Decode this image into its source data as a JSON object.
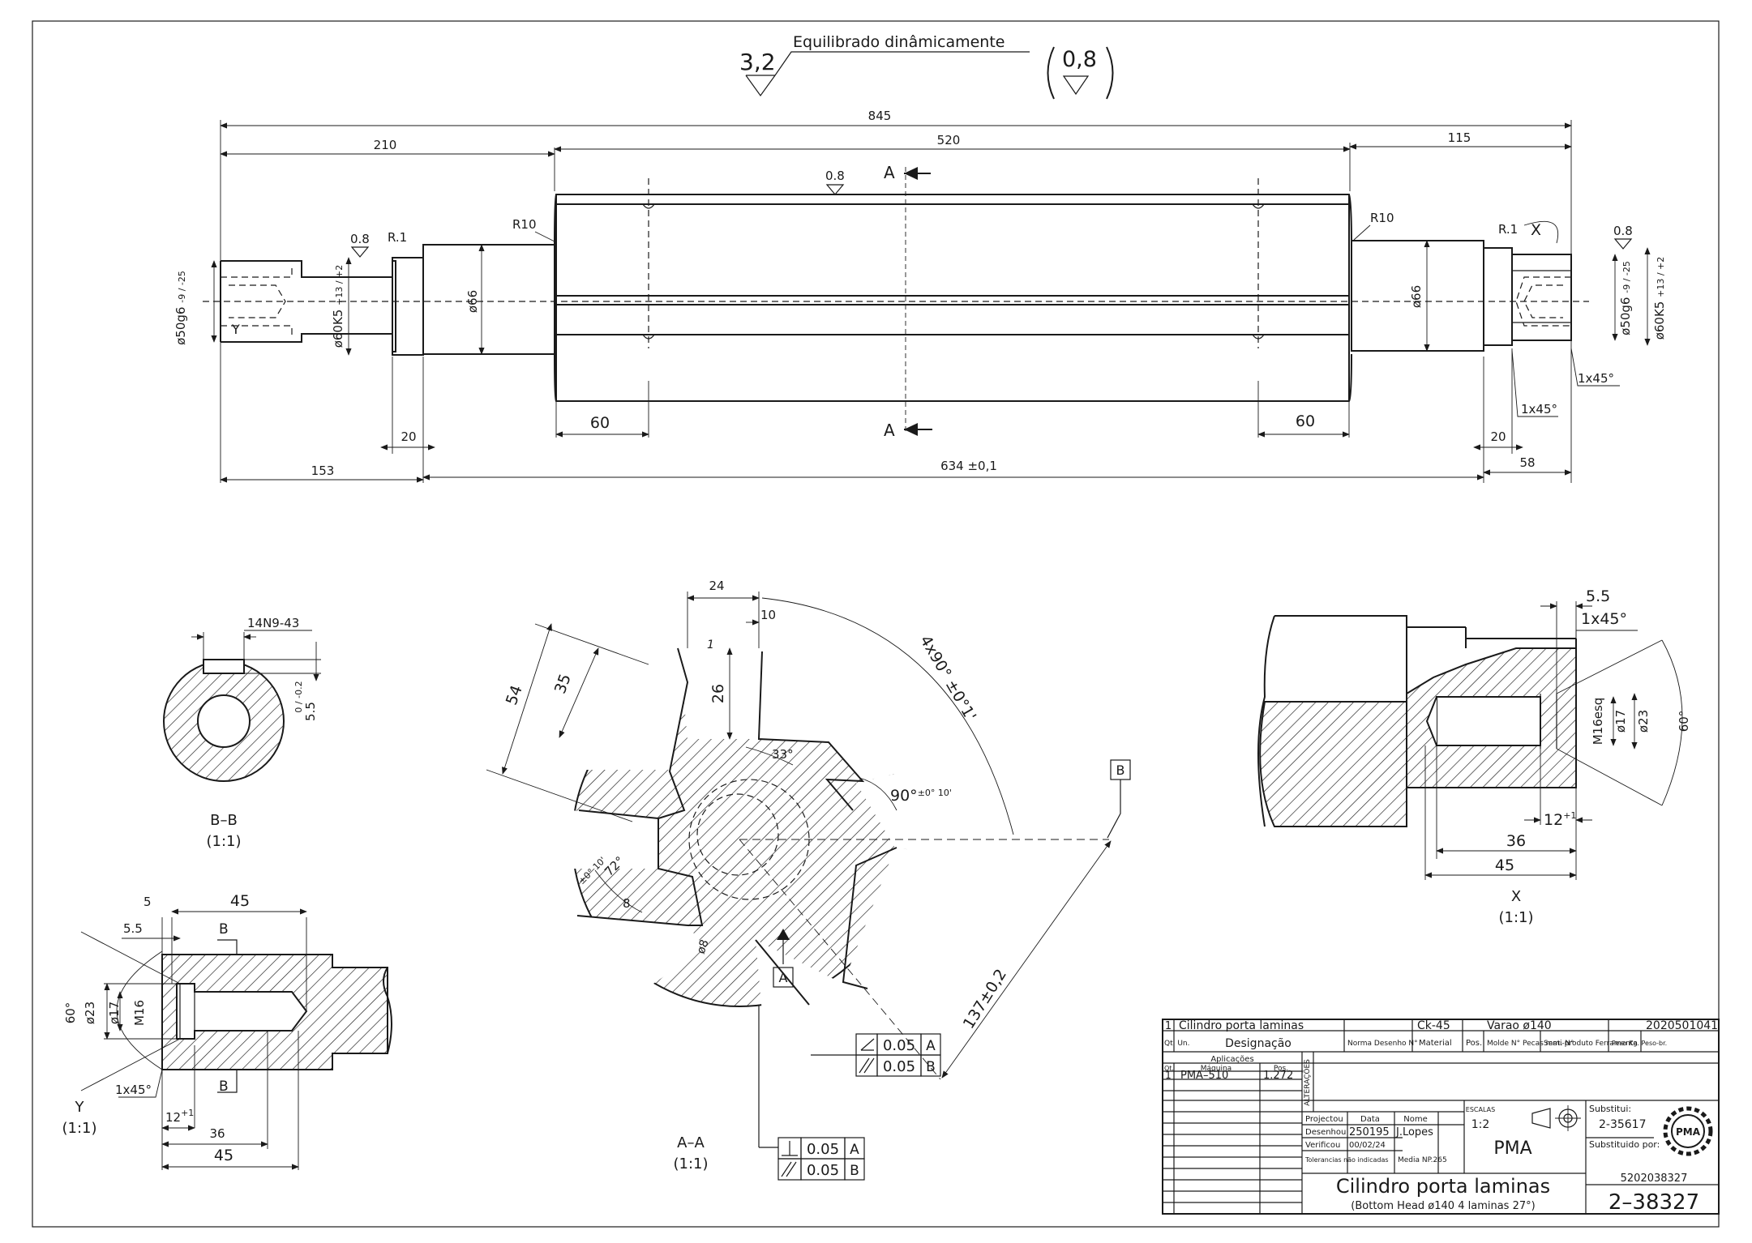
{
  "header": {
    "surface_main": "3,2",
    "balance_note": "Equilibrado dinâmicamente",
    "surface_bracket": "0,8"
  },
  "shaft": {
    "dim_total": "845",
    "dim_left": "210",
    "dim_middle": "520",
    "dim_right": "115",
    "rough_mid": "0.8",
    "rough_left": "0.8",
    "rough_right": "0.8",
    "radius_left": "R.1",
    "radius_right": "R.1",
    "fillet_left": "R10",
    "fillet_right": "R10",
    "view_x_label": "X",
    "view_y_label": "Y",
    "section_top": "A",
    "section_bottom": "A",
    "dia_left_end": "ø50g6",
    "dia_left_end_tol": "-9 / -25",
    "dia_left_bearing": "ø60K5",
    "dia_left_bearing_tol": "+13 / +2",
    "dia_left_step": "ø66",
    "dia_right_step": "ø66",
    "dia_right_end": "ø50g6",
    "dia_right_end_tol": "-9 / -25",
    "dia_right_bearing": "ø60K5",
    "dia_right_bearing_tol": "+13 / +2",
    "dim_60_left": "60",
    "dim_60_right": "60",
    "dim_20_left": "20",
    "dim_20_right": "20",
    "dim_153": "153",
    "dim_634": "634 ±0,1",
    "dim_58": "58",
    "chamfer_1": "1x45°",
    "chamfer_2": "1x45°"
  },
  "section_bb": {
    "keyway": "14N9-43",
    "depth": "5.5",
    "depth_tol": "0 / -0.2",
    "title": "B–B",
    "scale": "(1:1)"
  },
  "detail_y": {
    "d_5": "5",
    "d_45_top": "45",
    "d_5_5": "5.5",
    "section_mark_top": "B",
    "section_mark_bottom": "B",
    "angle": "60°",
    "dia_23": "ø23",
    "dia_17": "ø17",
    "thread": "M16",
    "chamfer": "1x45°",
    "d_12": "12",
    "d_12_tol": "+1",
    "d_36": "36",
    "d_45_bottom": "45",
    "title": "Y",
    "scale": "(1:1)"
  },
  "section_aa": {
    "d_24": "24",
    "d_10": "10",
    "d_1": "1",
    "d_54": "54",
    "d_35": "35",
    "d_26": "26",
    "angle_33": "33°",
    "angle_90": "90°",
    "angle_90_tol": "±0° 10'",
    "angle_pitch": "4x90° ±0°1'",
    "angle_72": "72°",
    "angle_72_tol": "±0° 10'",
    "d_8": "8",
    "dia_8": "ø8",
    "datum_a": "A",
    "datum_b": "B",
    "d_137": "137±0,2",
    "fcf1_value": "0.05",
    "fcf1_datum": "A",
    "fcf2_value": "0.05",
    "fcf2_datum": "B",
    "fcf3_value": "0.05",
    "fcf3_datum": "A",
    "fcf4_value": "0.05",
    "fcf4_datum": "B",
    "title": "A–A",
    "scale": "(1:1)"
  },
  "detail_x": {
    "d_5_5": "5.5",
    "chamfer": "1x45°",
    "thread": "M16esq",
    "dia_17": "ø17",
    "dia_23": "ø23",
    "angle": "60°",
    "d_12": "12",
    "d_12_tol": "+1",
    "d_36": "36",
    "d_45": "45",
    "title": "X",
    "scale": "(1:1)"
  },
  "title_block": {
    "qty": "1",
    "part_name": "Cilindro porta laminas",
    "material_grade": "Ck-45",
    "stock": "Varao ø140",
    "code": "2020501041",
    "qt_un": "Qt. Un.",
    "designacao": "Designação",
    "norma": "Norma Desenho N°",
    "material": "Material",
    "pos": "Pos.",
    "molde": "Molde N° Pecas mat. N°",
    "semi": "Semi-produto Ferramenta",
    "peso": "Peso Kg. Peso-br.",
    "aplicacoes": "Aplicações",
    "qt": "Qt.",
    "maquina": "Máquina",
    "pos2": "Pos.",
    "app_qty": "1",
    "app_machine": "PMA–510",
    "app_pos": "1.272",
    "alteracoes": "ALTERAÇÕES",
    "data": "Data",
    "nome": "Nome",
    "escalas": "ESCALAS",
    "projectou": "Projectou",
    "desenhou": "Desenhou",
    "desenhou_date": "250195",
    "desenhou_name": "J.Lopes",
    "verificou": "Verificou",
    "verificou_date": "00/02/24",
    "tolerancias": "Tolerancias não indicadas",
    "media": "Media NP.265",
    "scale": "1:2",
    "substitui_label": "Substitui:",
    "substitui": "2-35617",
    "substituido_label": "Substituido por:",
    "company": "PMA",
    "logo_text": "PMA",
    "serial": "5202038327",
    "title_line1": "Cilindro porta laminas",
    "title_line2": "(Bottom Head ø140 4 laminas 27°)",
    "drawing_no": "2–38327"
  }
}
